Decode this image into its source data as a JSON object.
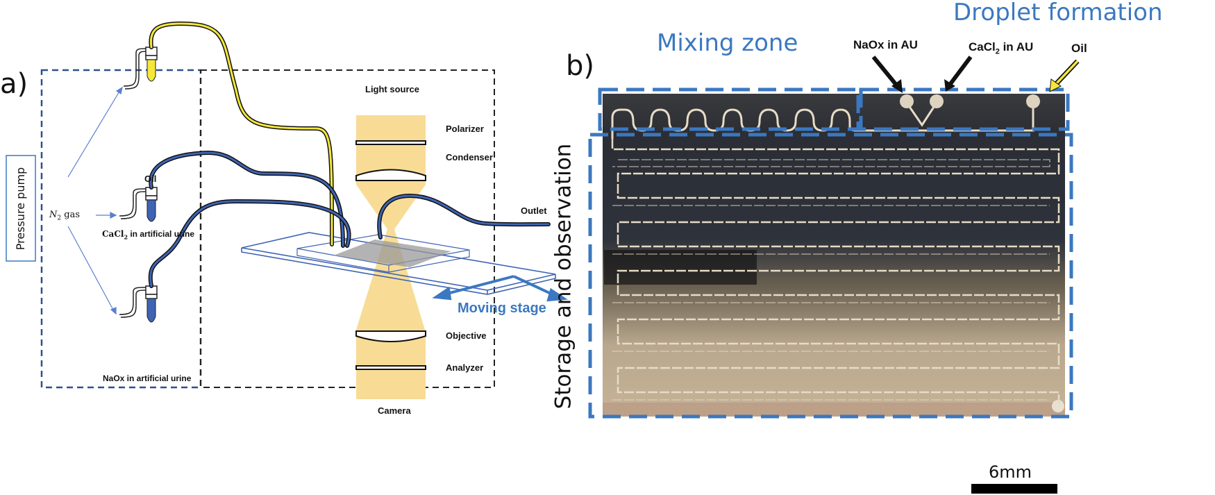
{
  "panel_a": {
    "label": "a)",
    "pressure_pump": "Pressure pump",
    "gas": {
      "symbol": "N",
      "subscript": "2",
      "text": " gas"
    },
    "reservoirs": [
      {
        "name": "Oil",
        "fluid_color": "#f5e83a"
      },
      {
        "name_prefix": "CaCl",
        "name_sub": "2",
        "name_suffix": " in artificial urine",
        "fluid_color": "#3f64b4"
      },
      {
        "name": "NaOx in artificial urine",
        "fluid_color": "#3f64b4"
      }
    ],
    "optics": {
      "light_source": "Light source",
      "polarizer": "Polarizer",
      "condenser": "Condenser",
      "outlet": "Outlet",
      "moving_stage": "Moving stage",
      "objective": "Objective",
      "analyzer": "Analyzer",
      "camera": "Camera"
    },
    "colors": {
      "light_beam": "#f8dc96",
      "tube_blue": "#3f64b4",
      "tube_yellow": "#f5e83a",
      "accent_blue": "#3b78c0"
    }
  },
  "panel_b": {
    "label": "b)",
    "mixing_zone": "Mixing zone",
    "droplet_formation": "Droplet formation",
    "inlets": [
      {
        "prefix": "NaOx in AU"
      },
      {
        "prefix": "CaCl",
        "sub": "2",
        "suffix": " in AU"
      },
      {
        "prefix": "Oil"
      }
    ],
    "storage": "Storage and observation",
    "scale_bar": "6mm",
    "colors": {
      "dash_blue": "#3b78c0",
      "chip_dark": "#2c2f36",
      "chip_light": "#b9a88e",
      "channel": "#e6dcc6"
    }
  }
}
